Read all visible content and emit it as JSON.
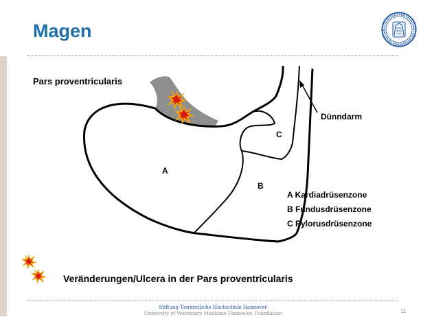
{
  "title": "Magen",
  "labels": {
    "pars": "Pars proventricularis",
    "duenndarm": "Dünndarm",
    "zone_a": "A",
    "zone_b": "B",
    "zone_c": "C"
  },
  "legend": [
    "A Kardiadrüsenzone",
    "B Fundusdrüsenzone",
    "C Pylorusdrüsenzone"
  ],
  "caption": "Veränderungen/Ulcera in der Pars proventricularis",
  "footer": {
    "line1": "Stiftung Tierärztliche Hochschule Hannover",
    "line2": "University of Veterinary Medicine Hannover, Foundation"
  },
  "page_number": "11",
  "logo": {
    "name": "university-seal-icon",
    "text": "STIFTUNG · TIERÄRZTLICHE HOCHSCHULE · HANNOVER"
  },
  "colors": {
    "title": "#1e6fa8",
    "lesion_area": "#8f8f8f",
    "burst_outer": "#f2a20c",
    "burst_inner": "#d81c0c",
    "footer": "#1e4fa0"
  }
}
